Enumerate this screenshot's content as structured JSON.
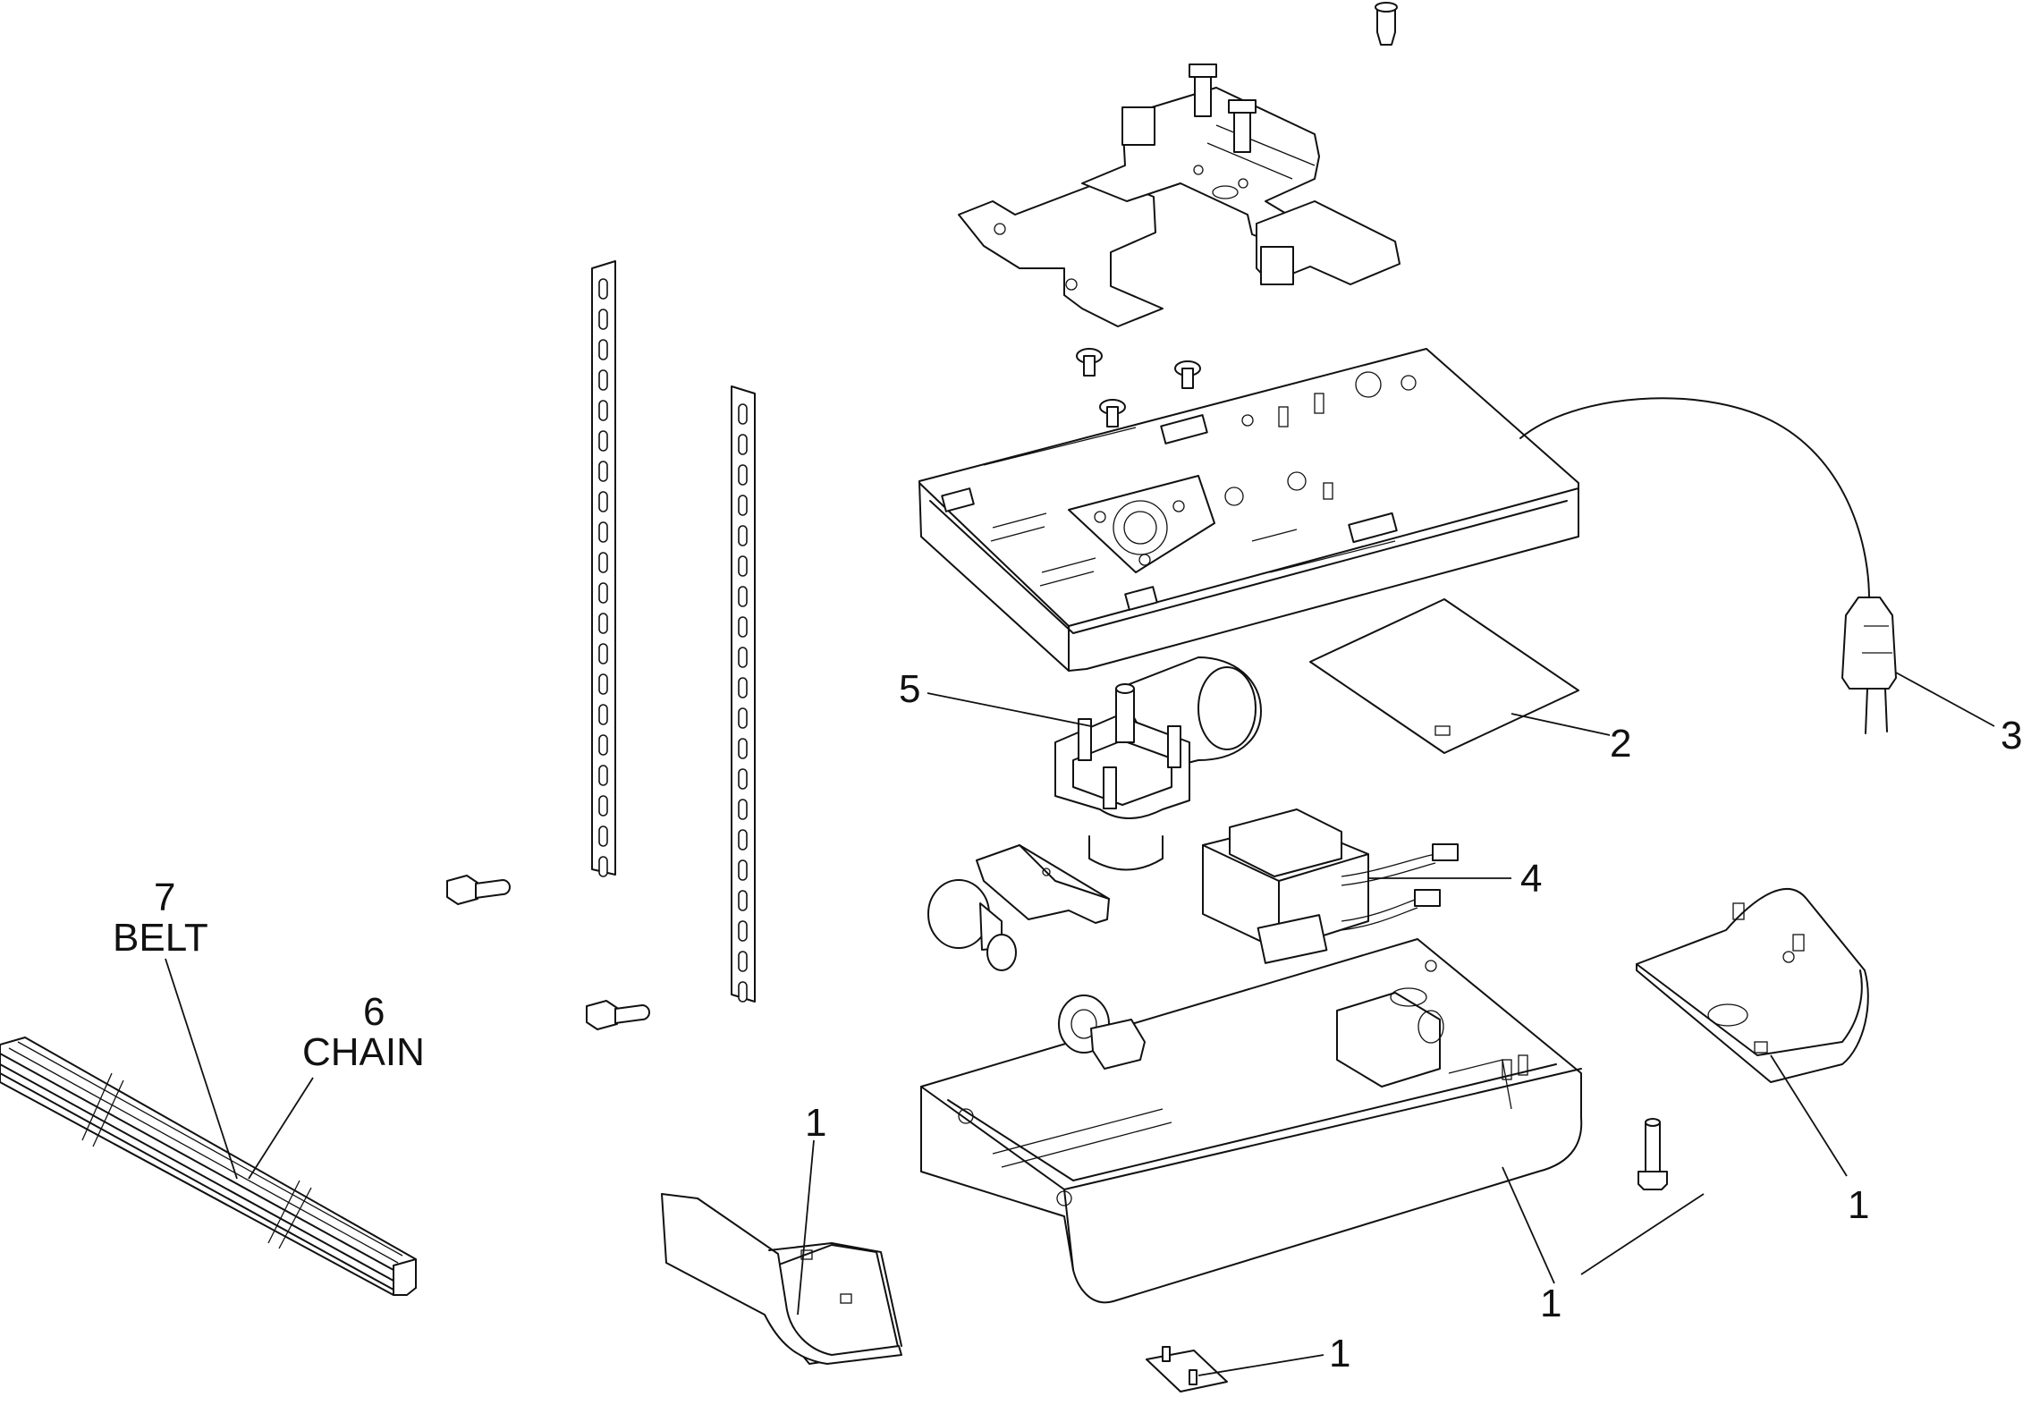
{
  "callouts": {
    "c1a": "1",
    "c1b": "1",
    "c1c": "1",
    "c1d": "1",
    "c2": "2",
    "c3": "3",
    "c4": "4",
    "c5": "5",
    "c6": "6",
    "c6_text": "CHAIN",
    "c7": "7",
    "c7_text": "BELT"
  }
}
